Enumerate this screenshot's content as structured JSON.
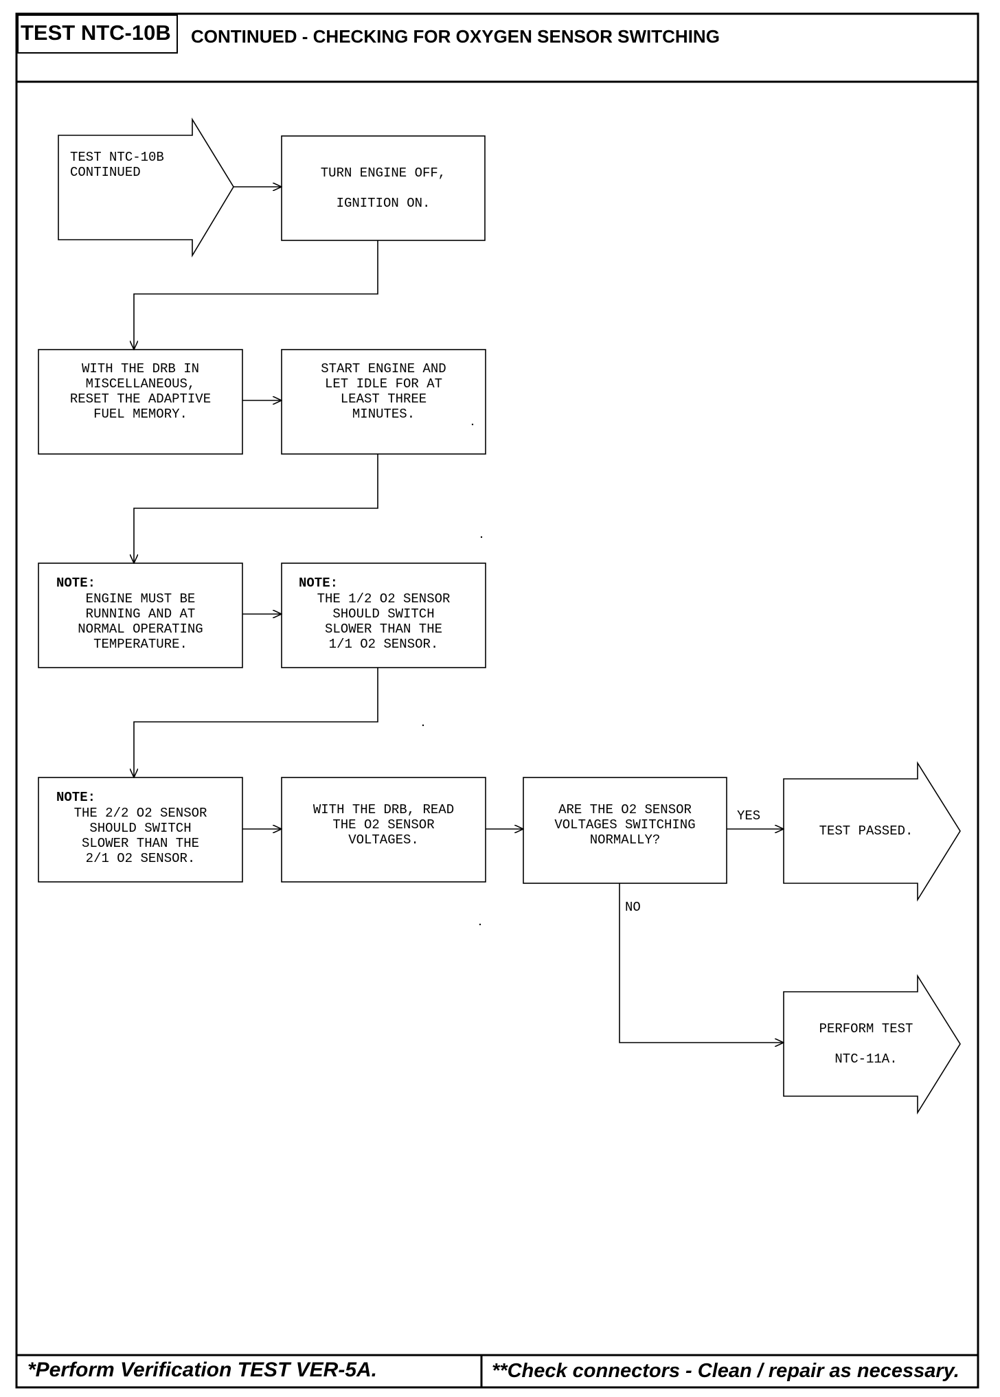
{
  "header": {
    "test_id": "TEST NTC-10B",
    "title": "CONTINUED - CHECKING FOR OXYGEN SENSOR SWITCHING"
  },
  "flowchart": {
    "start": [
      "TEST NTC-10B",
      "CONTINUED"
    ],
    "step1": [
      "TURN ENGINE OFF,",
      "",
      "IGNITION ON."
    ],
    "step2": [
      "WITH THE DRB IN",
      "MISCELLANEOUS,",
      "RESET THE ADAPTIVE",
      "FUEL MEMORY."
    ],
    "step3": [
      "START ENGINE AND",
      "LET IDLE FOR AT",
      "LEAST THREE",
      "MINUTES."
    ],
    "note1": {
      "heading": "NOTE:",
      "lines": [
        "ENGINE MUST BE",
        "RUNNING AND AT",
        "NORMAL OPERATING",
        "TEMPERATURE."
      ]
    },
    "note2": {
      "heading": "NOTE:",
      "lines": [
        "THE 1/2 O2 SENSOR",
        "SHOULD SWITCH",
        "SLOWER THAN THE",
        "1/1 O2 SENSOR."
      ]
    },
    "note3": {
      "heading": "NOTE:",
      "lines": [
        "THE 2/2 O2 SENSOR",
        "SHOULD SWITCH",
        "SLOWER THAN THE",
        "2/1 O2 SENSOR."
      ]
    },
    "step4": [
      "WITH THE DRB, READ",
      "THE O2 SENSOR",
      "VOLTAGES."
    ],
    "decision": [
      "ARE THE O2 SENSOR",
      "VOLTAGES SWITCHING",
      "NORMALLY?"
    ],
    "yes_label": "YES",
    "no_label": "NO",
    "pass": [
      "TEST PASSED."
    ],
    "next": [
      "PERFORM TEST",
      "",
      "NTC-11A."
    ]
  },
  "footer": {
    "left": "*Perform Verification TEST VER-5A.",
    "right": "**Check connectors - Clean / repair as necessary."
  }
}
